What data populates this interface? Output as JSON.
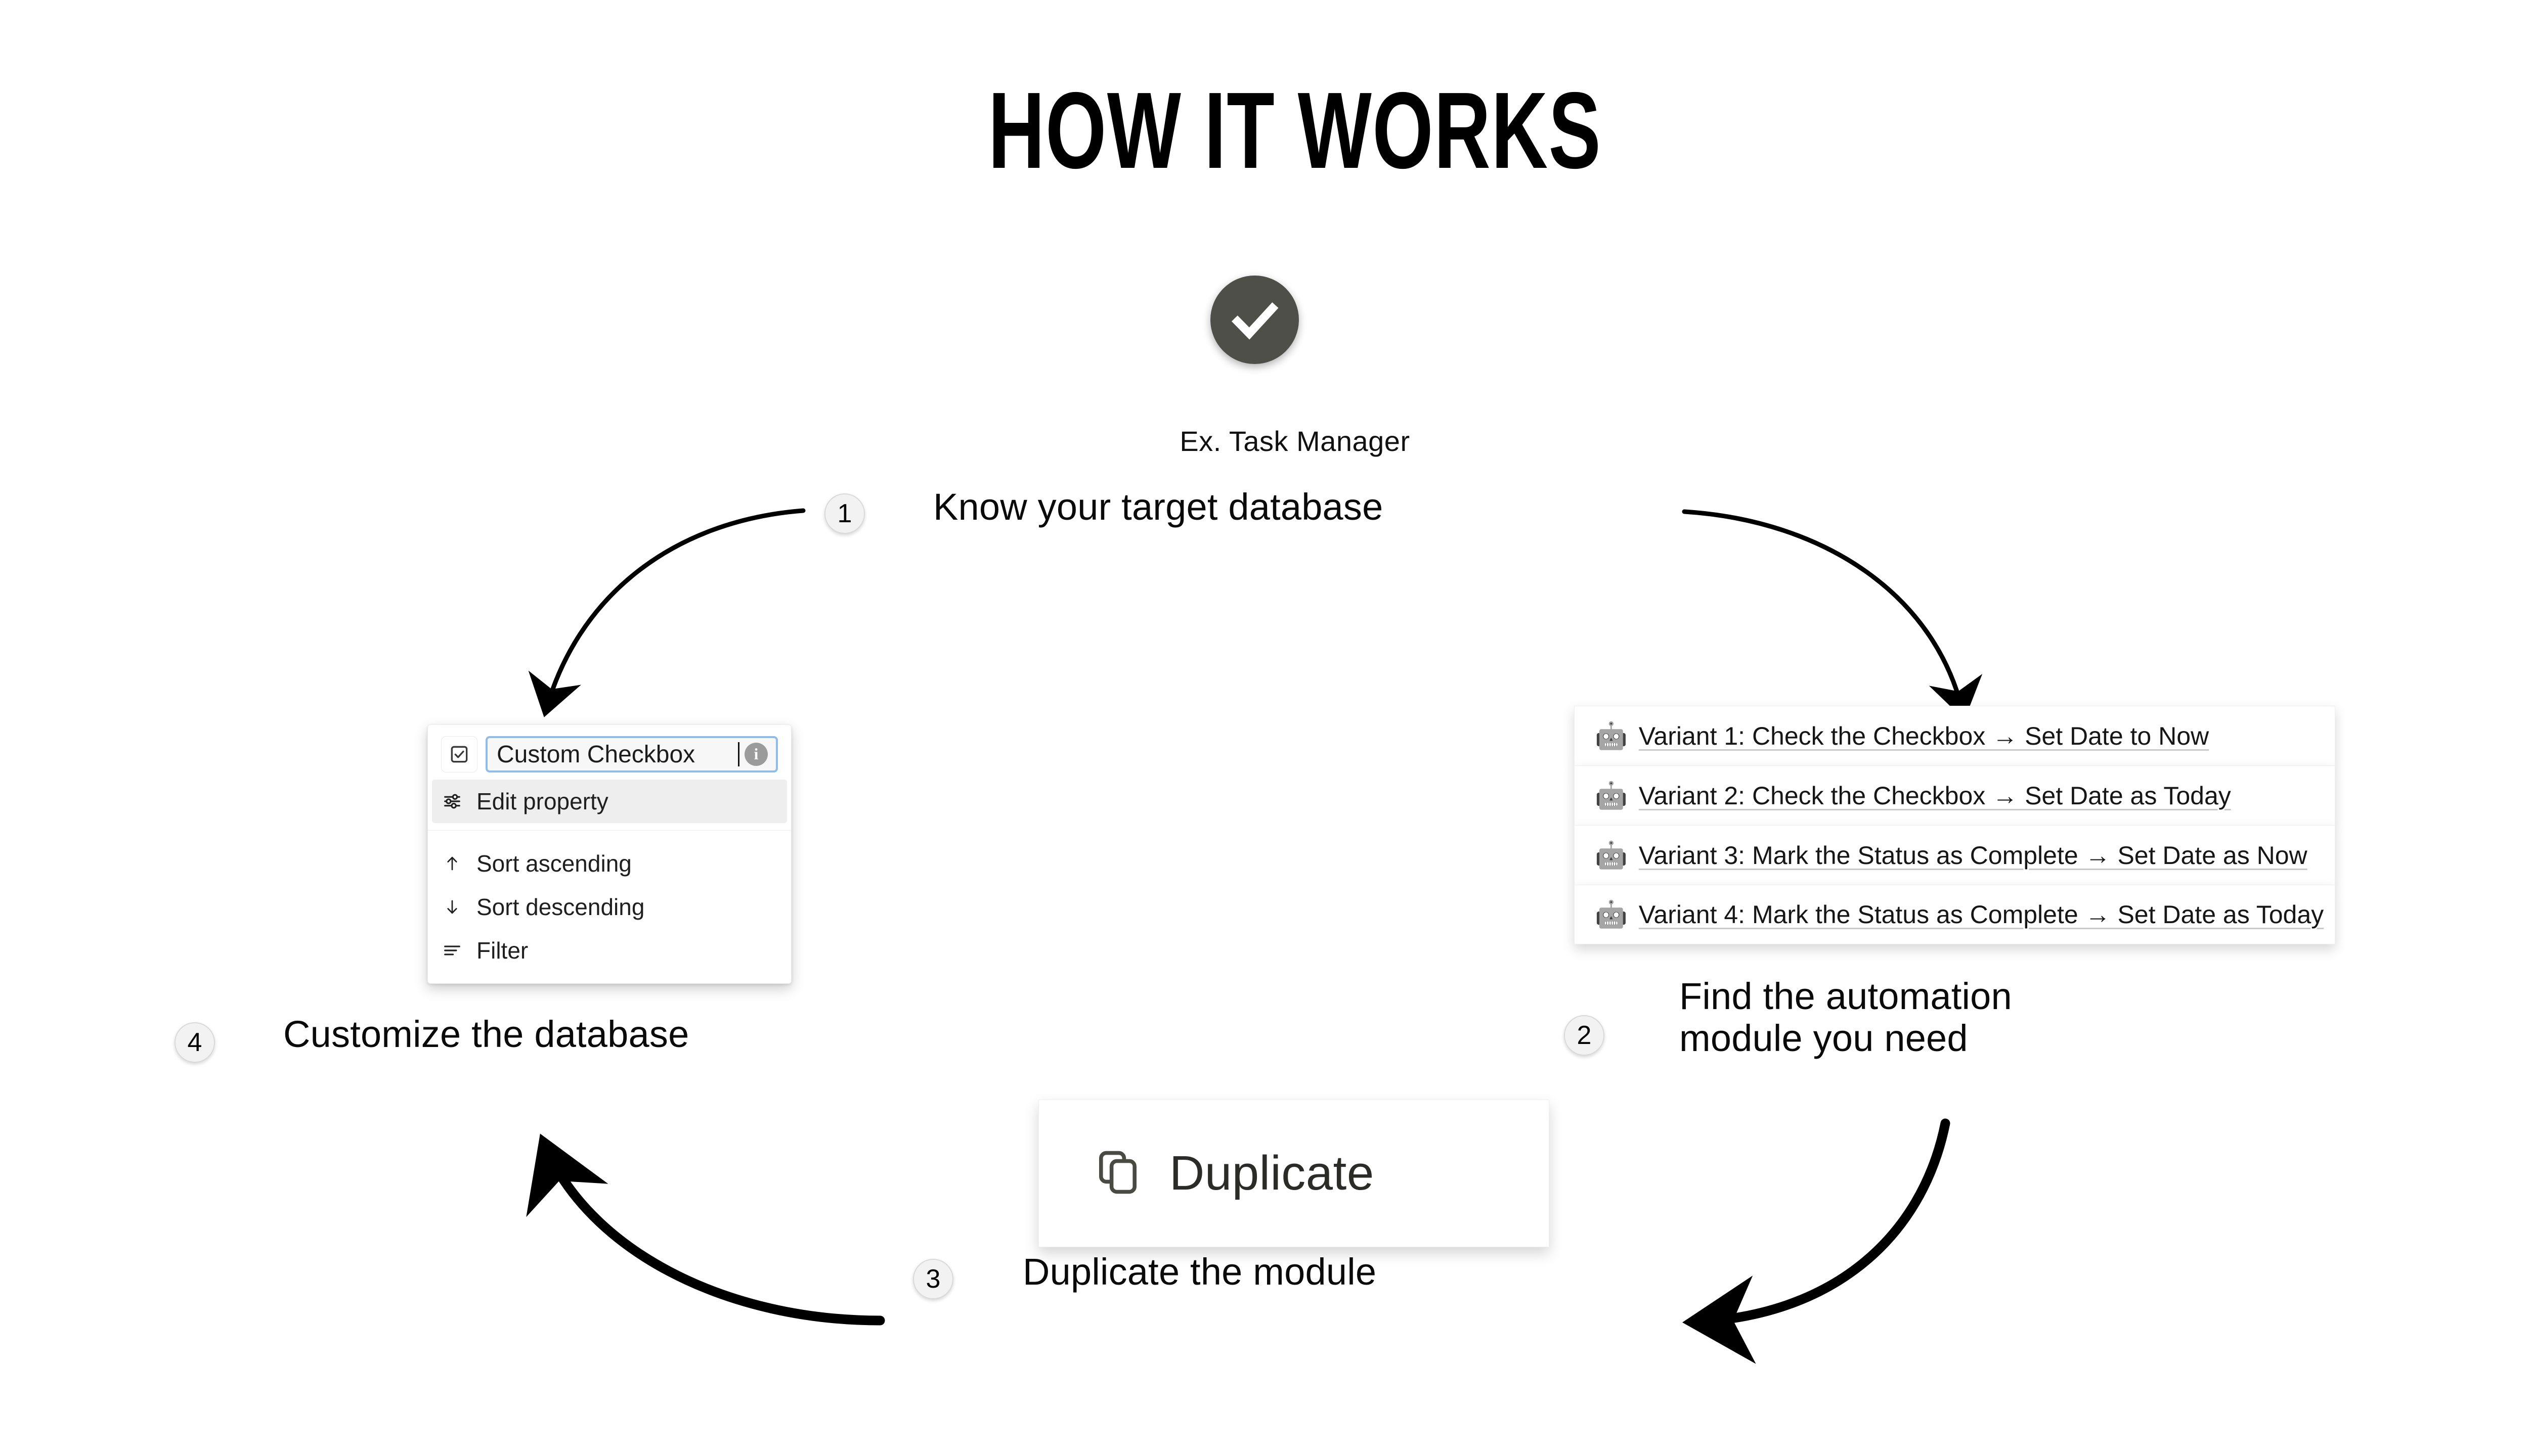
{
  "page": {
    "title": "HOW IT WORKS",
    "background_color": "#ffffff"
  },
  "hero": {
    "icon": "check-circle-icon",
    "icon_bg_color": "#4f4f4a",
    "caption": "Ex. Task Manager"
  },
  "steps": [
    {
      "number": "1",
      "label": "Know your target database"
    },
    {
      "number": "2",
      "label": "Find the automation\nmodule you need"
    },
    {
      "number": "3",
      "label": "Duplicate the module"
    },
    {
      "number": "4",
      "label": "Customize the database"
    }
  ],
  "property_menu": {
    "type_icon": "checkbox-icon",
    "name_value": "Custom Checkbox",
    "name_placeholder": "Property name",
    "info_icon": "info-icon",
    "items": [
      {
        "icon": "sliders-icon",
        "label": "Edit property"
      },
      {
        "icon": "arrow-up-icon",
        "label": "Sort ascending"
      },
      {
        "icon": "arrow-down-icon",
        "label": "Sort descending"
      },
      {
        "icon": "filter-icon",
        "label": "Filter"
      }
    ]
  },
  "variants": {
    "row_icon": "robot-icon",
    "items": [
      {
        "label": "Variant 1: Check the Checkbox → Set Date to Now"
      },
      {
        "label": "Variant 2: Check the Checkbox → Set Date as Today"
      },
      {
        "label": "Variant 3: Mark the Status as Complete → Set Date as Now"
      },
      {
        "label": "Variant 4: Mark the Status as Complete → Set Date as Today"
      }
    ]
  },
  "duplicate": {
    "icon": "copy-icon",
    "label": "Duplicate"
  }
}
